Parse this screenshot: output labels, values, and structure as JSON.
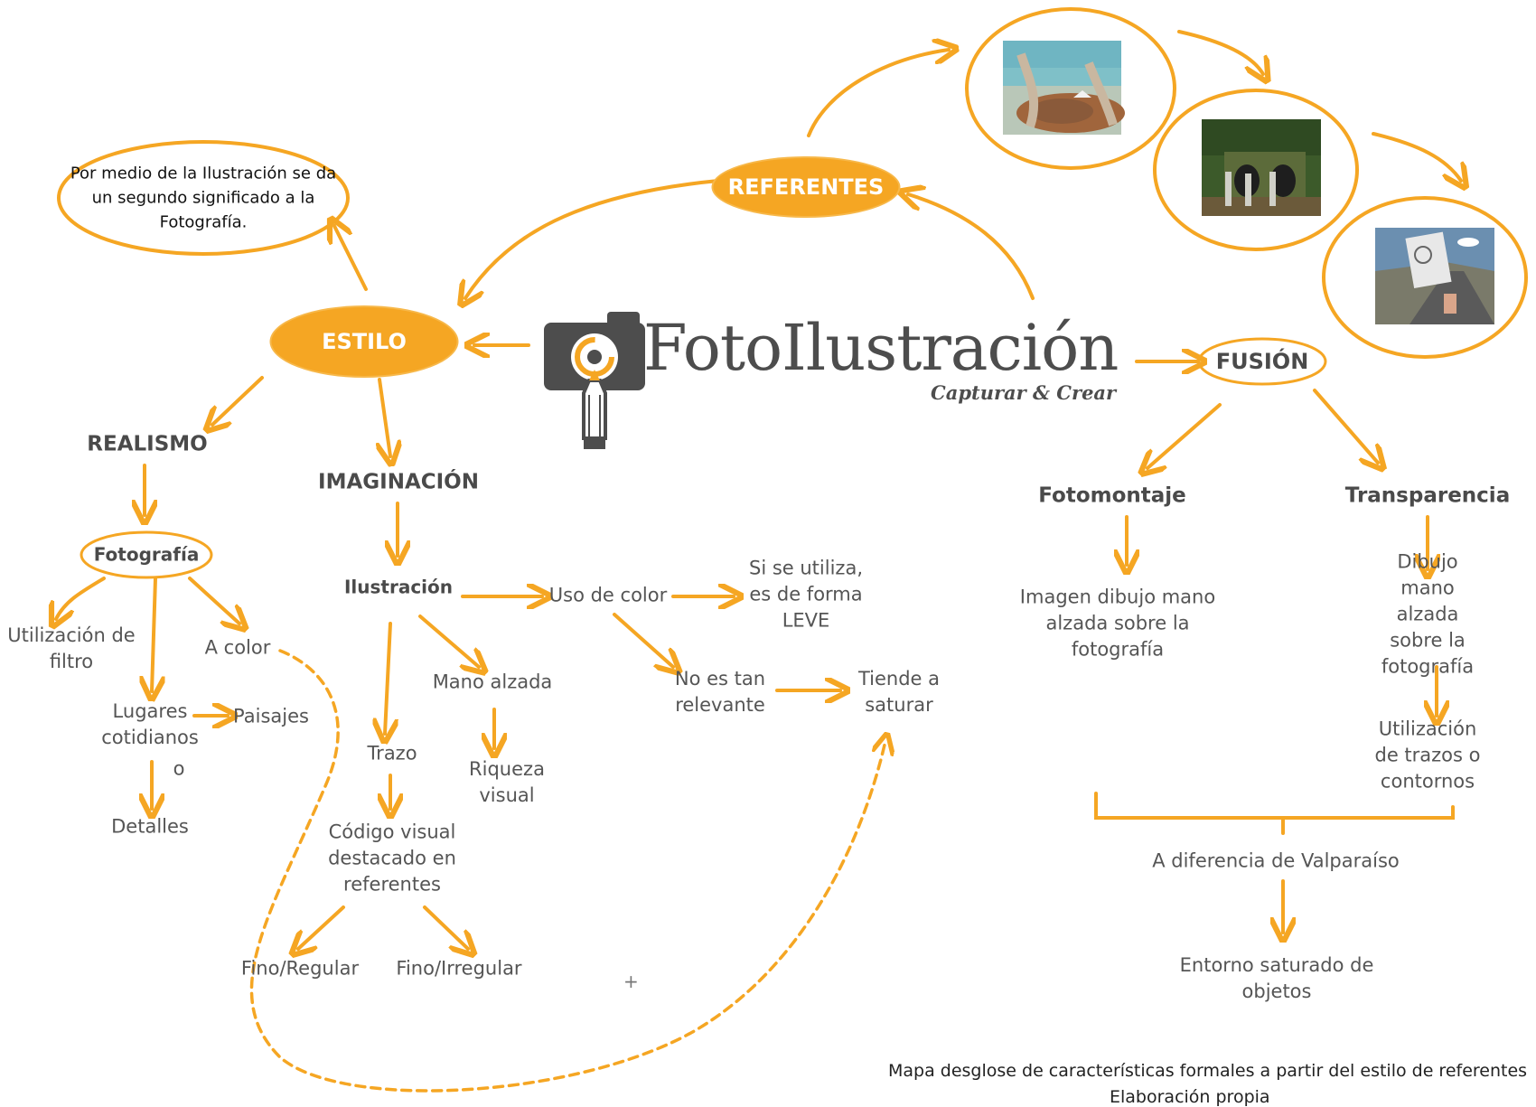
{
  "logo": {
    "title": "FotoIlustración",
    "subtitle": "Capturar & Crear",
    "icon": "camera-pencil-icon"
  },
  "colors": {
    "accent": "#f5a623",
    "text": "#555555",
    "heading": "#4a4a4a"
  },
  "nodes": {
    "referentes": "REFERENTES",
    "estilo": "ESTILO",
    "fusion": "FUSIÓN",
    "note": "Por medio de la Ilustración se da\nun segundo significado a la\nFotografía.",
    "realismo": "REALISMO",
    "imaginacion": "IMAGINACIÓN",
    "fotografia": "Fotografía",
    "utilizacion_filtro": "Utilización de\nfiltro",
    "a_color": "A color",
    "lugares": "Lugares\ncotidianos",
    "paisajes": "Paisajes",
    "o": "o",
    "detalles": "Detalles",
    "ilustracion": "Ilustración",
    "uso_color": "Uso de color",
    "si_se_utiliza": "Si se utiliza,\nes de forma\nLEVE",
    "no_es_tan": "No es tan\nrelevante",
    "tiende": "Tiende a\nsaturar",
    "mano_alzada": "Mano alzada",
    "riqueza": "Riqueza\nvisual",
    "trazo": "Trazo",
    "codigo": "Código visual\ndestacado en\nreferentes",
    "fino_regular": "Fino/Regular",
    "fino_irregular": "Fino/Irregular",
    "plus": "+",
    "fotomontaje": "Fotomontaje",
    "transparencia": "Transparencia",
    "imagen_dibujo": "Imagen dibujo mano\nalzada sobre  la\nfotografía",
    "dibujo_mano": "Dibujo mano alzada\nsobre  la fotografía",
    "utilizacion_trazos": "Utilización de trazos o\ncontornos",
    "a_diferencia": "A diferencia de Valparaíso",
    "entorno": "Entorno saturado de\nobjetos"
  },
  "photos": [
    {
      "name": "photo-hands-sea",
      "palette": [
        "#6fb5c2",
        "#c98a55",
        "#8a5a3a"
      ]
    },
    {
      "name": "photo-tunnel-figures",
      "palette": [
        "#2f4a22",
        "#5c6b3a",
        "#b9b9b0"
      ]
    },
    {
      "name": "photo-drawn-road",
      "palette": [
        "#6b8fb0",
        "#c9c9c9",
        "#5a5a5a"
      ]
    }
  ],
  "caption": {
    "line1": "Mapa desglose de características formales a partir del estilo de referentes",
    "line2": "Elaboración propia"
  }
}
